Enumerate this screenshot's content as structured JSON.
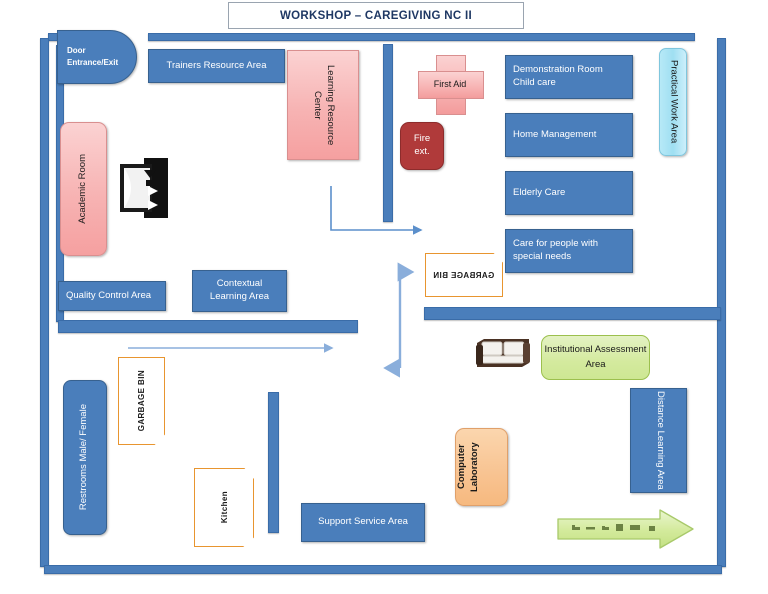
{
  "title": "WORKSHOP – CAREGIVING NC II",
  "rooms": {
    "door": {
      "line1": "Door",
      "line2": "Entrance/Exit"
    },
    "trainers_resource": "Trainers Resource Area",
    "learning_resource_center": "Learning Resource Center",
    "academic_room": "Academic Room",
    "first_aid": "First Aid",
    "fire_ext_line1": "Fire",
    "fire_ext_line2": "ext.",
    "practical_work_area": "Practical Work Area",
    "demonstration_room": "Demonstration Room Child care",
    "home_management": "Home Management",
    "elderly_care": "Elderly Care",
    "special_needs": "Care for people with special needs",
    "quality_control": "Quality Control Area",
    "contextual_learning": "Contextual Learning Area",
    "garbage_bin_upper": "GARBAGE BIN",
    "garbage_bin_lower": "GARBAGE BIN",
    "restrooms": "Restrooms Male/ Female",
    "kitchen": "Kitchen",
    "support_service": "Support Service Area",
    "computer_laboratory": "Computer Laboratory",
    "institutional_assessment": "Institutional Assessment Area",
    "distance_learning": "Distance Learning Area"
  },
  "colors": {
    "wall": "#4a7ebb",
    "room_blue": "#4a7ebb",
    "room_pink": "#f7b3b3",
    "room_cyan": "#9fdff2",
    "fire_red": "#b03a3a",
    "bin_orange": "#e8952f",
    "computer_peach": "#f8c391",
    "assessment_green": "#d4ea9e",
    "arrow_green": "#cde793",
    "title_text": "#1f3864"
  },
  "icons": {
    "presentation": "presentation-board-icon",
    "sofa": "sofa-icon",
    "flow_arrow_right": "arrow-right-icon",
    "flow_arrow_vertical": "arrow-updown-icon",
    "exit_arrow": "exit-direction-arrow-icon"
  }
}
